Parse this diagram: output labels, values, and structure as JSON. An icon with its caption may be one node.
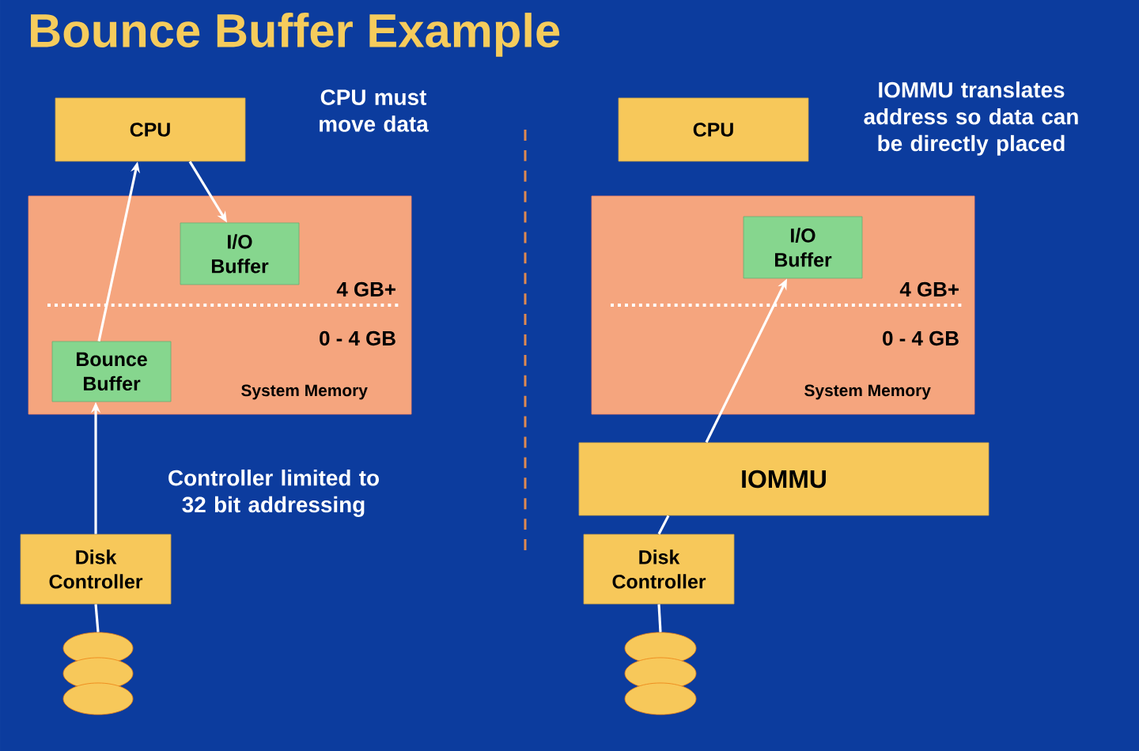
{
  "diagram": {
    "title": "Bounce Buffer Example",
    "nodes": [
      {
        "text": [
          "CPU"
        ]
      },
      {
        "text": [
          "4 GB+",
          "0 - 4 GB",
          "System Memory"
        ]
      },
      {
        "text": [
          "I/O Buffer"
        ],
        "in": 1
      },
      {
        "text": [
          "Bounce Buffer"
        ],
        "in": 1
      },
      {
        "text": [
          "Disk Controller"
        ]
      },
      {
        "text": [],
        "shape": "cylinder"
      },
      {
        "text": [
          "CPU"
        ]
      },
      {
        "text": [
          "4 GB+",
          "0 - 4 GB",
          "System Memory"
        ]
      },
      {
        "text": [
          "I/O Buffer"
        ],
        "in": 7
      },
      {
        "text": [
          "IOMMU"
        ]
      },
      {
        "text": [
          "Disk Controller"
        ]
      },
      {
        "text": [],
        "shape": "cylinder"
      }
    ],
    "edges": [
      {
        "from": 3,
        "to": 0,
        "arrow": "to"
      },
      {
        "from": 0,
        "to": 2,
        "arrow": "to"
      },
      {
        "from": 4,
        "to": 3,
        "arrow": "to"
      },
      {
        "from": 5,
        "to": 4,
        "arrow": "none"
      },
      {
        "from": 9,
        "to": 8,
        "arrow": "to"
      },
      {
        "from": 10,
        "to": 9,
        "arrow": "none"
      },
      {
        "from": 11,
        "to": 10,
        "arrow": "none"
      }
    ],
    "labels": [
      "CPU must move data",
      "IOMMU translates address so data can be directly placed",
      "Controller limited to 32 bit addressing"
    ]
  }
}
